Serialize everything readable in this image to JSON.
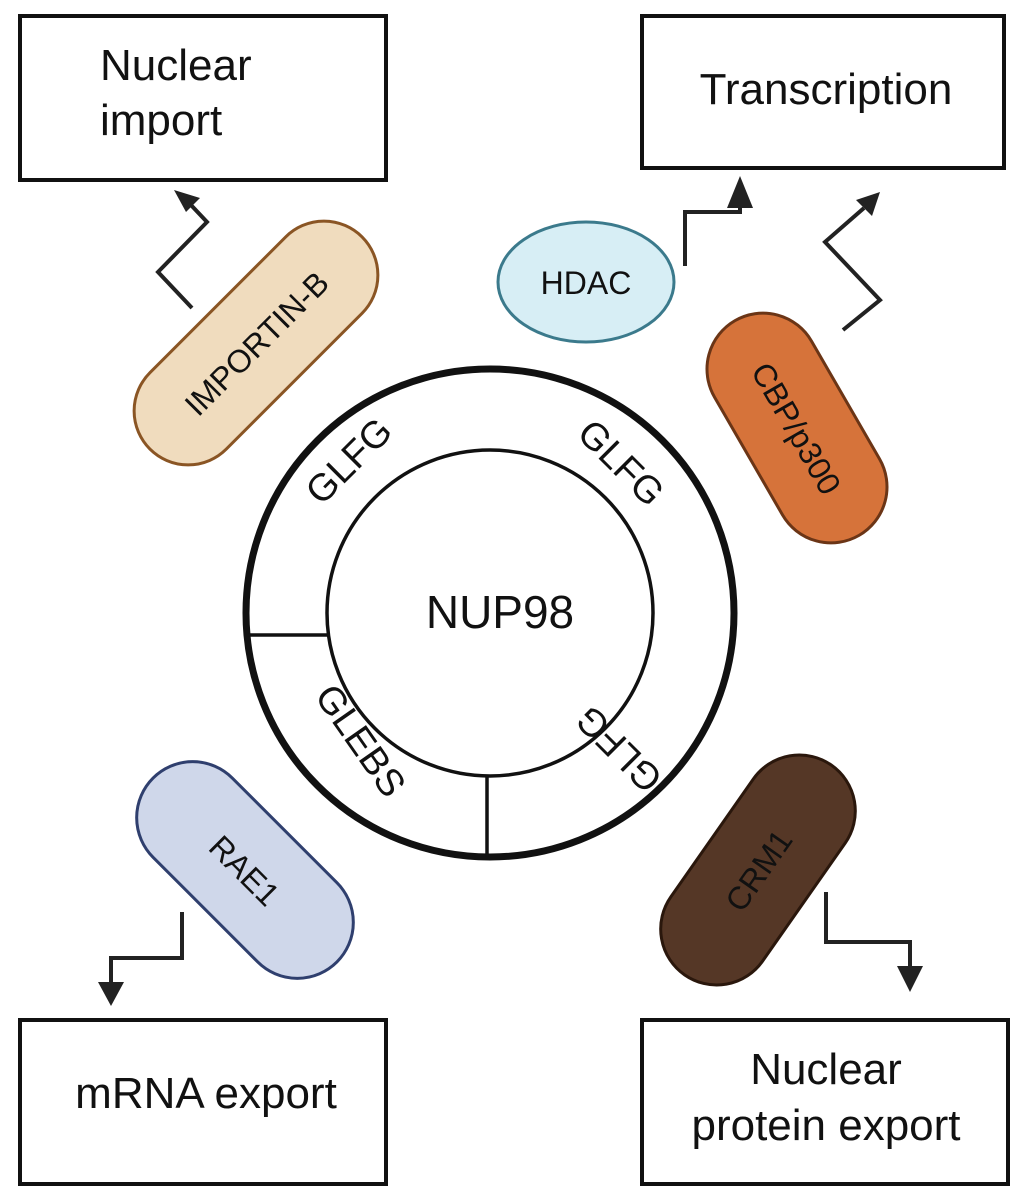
{
  "diagram": {
    "title": "NUP98 interaction partners and functions",
    "center": {
      "label": "NUP98"
    },
    "domains": [
      {
        "id": "glfg-top-left",
        "label": "GLFG"
      },
      {
        "id": "glfg-top-right",
        "label": "GLFG"
      },
      {
        "id": "glfg-bottom-right",
        "label": "GLFG"
      },
      {
        "id": "glebs",
        "label": "GLEBS"
      }
    ],
    "partners": [
      {
        "id": "importin-b",
        "label": "IMPORTIN-B",
        "shape": "pill",
        "fill": "#f0dcbe",
        "stroke": "#8a5524"
      },
      {
        "id": "hdac",
        "label": "HDAC",
        "shape": "ellipse",
        "fill": "#d7eef5",
        "stroke": "#3b7a8c"
      },
      {
        "id": "cbp-p300",
        "label": "CBP/p300",
        "shape": "pill",
        "fill": "#d6733a",
        "stroke": "#6b3516"
      },
      {
        "id": "rae1",
        "label": "RAE1",
        "shape": "pill",
        "fill": "#cfd7ea",
        "stroke": "#2f3f6e"
      },
      {
        "id": "crm1",
        "label": "CRM1",
        "shape": "pill",
        "fill": "#553726",
        "stroke": "#2a170c"
      }
    ],
    "functions": [
      {
        "id": "nuclear-import",
        "lines": [
          "Nuclear",
          "import"
        ]
      },
      {
        "id": "transcription",
        "lines": [
          "Transcription"
        ]
      },
      {
        "id": "mrna-export",
        "lines": [
          "mRNA export"
        ]
      },
      {
        "id": "nuclear-protein-export",
        "lines": [
          "Nuclear",
          "protein export"
        ]
      }
    ],
    "edges": [
      {
        "from": "importin-b",
        "to": "nuclear-import"
      },
      {
        "from": "hdac",
        "to": "transcription"
      },
      {
        "from": "cbp-p300",
        "to": "transcription"
      },
      {
        "from": "rae1",
        "to": "mrna-export"
      },
      {
        "from": "crm1",
        "to": "nuclear-protein-export"
      }
    ]
  }
}
